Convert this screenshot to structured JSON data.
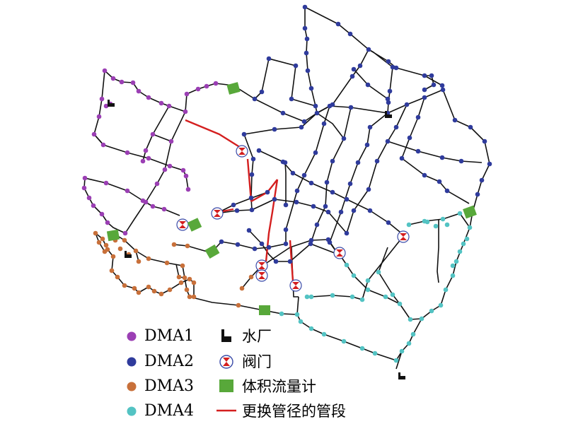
{
  "colors": {
    "dma1": "#9b3fb4",
    "dma2": "#2f3b9c",
    "dma3": "#c8703a",
    "dma4": "#53c3c3",
    "pipe": "#111111",
    "replaced_pipe": "#d41f1f",
    "flowmeter": "#58a83a",
    "plant": "#111111",
    "valve": "#d41f1f"
  },
  "legend": {
    "dma1": "DMA1",
    "dma2": "DMA2",
    "dma3": "DMA3",
    "dma4": "DMA4",
    "plant": "水厂",
    "valve": "阀门",
    "flowmeter": "体积流量计",
    "replaced_pipe": "更换管径的管段"
  },
  "icons": {
    "plant": "water-plant-icon",
    "valve": "valve-icon",
    "flowmeter": "flowmeter-icon",
    "replaced_pipe": "replaced-pipe-line"
  }
}
